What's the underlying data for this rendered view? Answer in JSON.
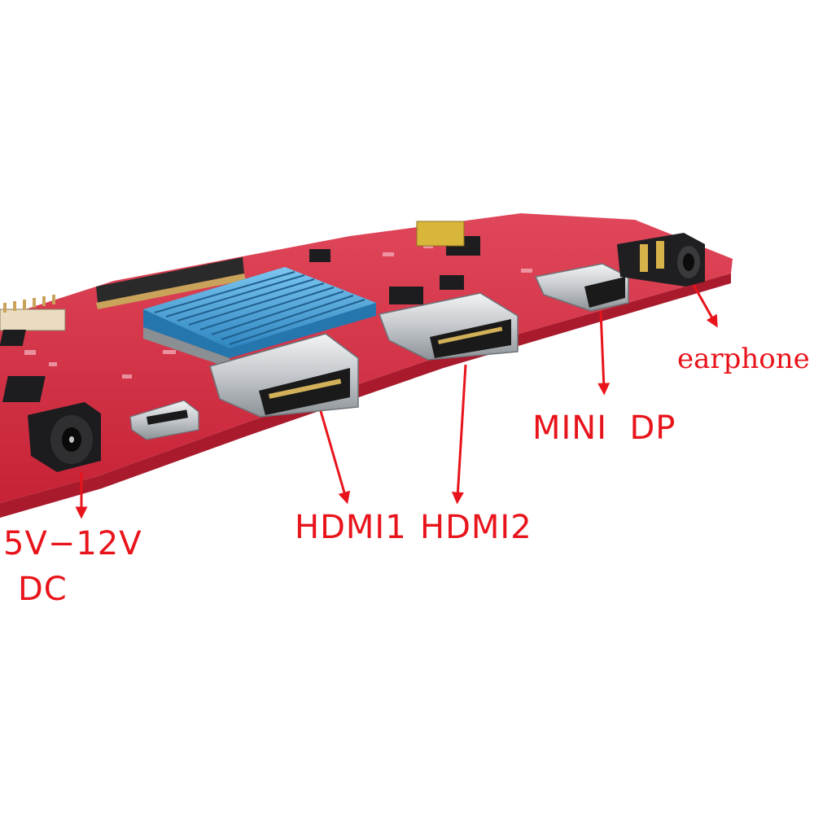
{
  "image": {
    "subject": "red LCD driver board with blue heatsink and video/power connectors",
    "colors": {
      "board": "#d42a3e",
      "board_edge": "#a81a2c",
      "heatsink": "#3d9fd6",
      "label": "#e8141b",
      "metal": "#cfd3d6"
    }
  },
  "labels": {
    "dc_voltage": "5V−12V",
    "dc": "DC",
    "hdmi1": "HDMI1",
    "hdmi2": "HDMI2",
    "mini_dp": "MINI  DP",
    "earphone": "earphone"
  }
}
